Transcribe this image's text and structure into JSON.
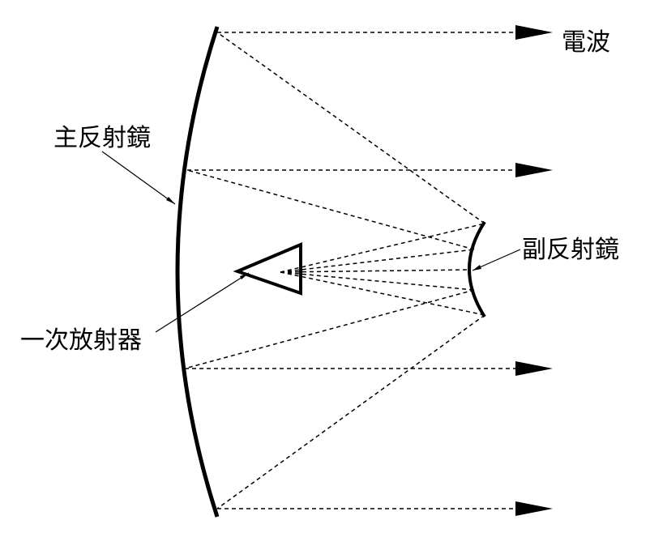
{
  "labels": {
    "wave": "電波",
    "main_reflector": "主反射鏡",
    "sub_reflector": "副反射鏡",
    "primary_radiator": "一次放射器"
  }
}
